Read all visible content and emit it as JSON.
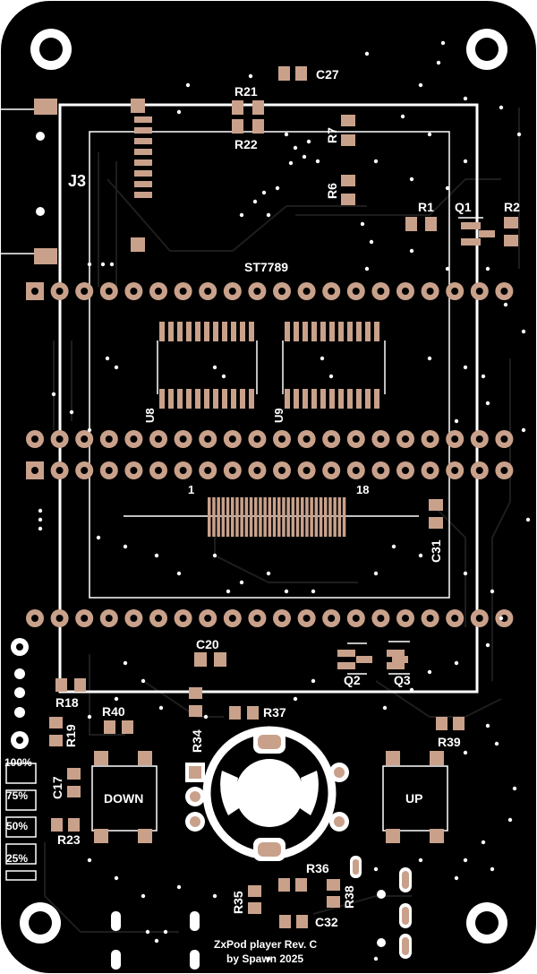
{
  "board": {
    "display_ref": "ST7789",
    "connector_ref": "J3",
    "pin_first": "1",
    "pin_last": "18",
    "credit_line1": "ZxPod player Rev. C",
    "credit_line2": "by Spawn 2025"
  },
  "buttons": {
    "down": "DOWN",
    "up": "UP"
  },
  "ics": {
    "u8": "U8",
    "u9": "U9"
  },
  "refs": {
    "c27": "C27",
    "r21": "R21",
    "r22": "R22",
    "r7": "R7",
    "r6": "R6",
    "r1": "R1",
    "q1": "Q1",
    "r2": "R2",
    "c31": "C31",
    "c20": "C20",
    "q2": "Q2",
    "q3": "Q3",
    "r18": "R18",
    "r40": "R40",
    "r37": "R37",
    "r19": "R19",
    "r34": "R34",
    "r39": "R39",
    "c17": "C17",
    "r23": "R23",
    "r36": "R36",
    "r35": "R35",
    "r38": "R38",
    "c32": "C32"
  },
  "volume_levels": [
    "100%",
    "75%",
    "50%",
    "25%"
  ],
  "colors": {
    "board": "#000000",
    "silkscreen": "#ffffff",
    "copper_pad": "#c9a18b"
  }
}
